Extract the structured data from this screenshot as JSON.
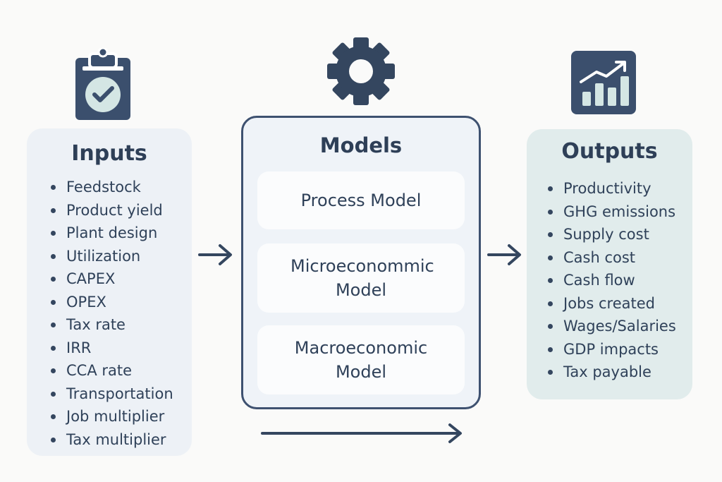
{
  "inputs": {
    "title": "Inputs",
    "items": [
      "Feedstock",
      "Product yield",
      "Plant design",
      "Utilization",
      "CAPEX",
      "OPEX",
      "Tax rate",
      "IRR",
      "CCA rate",
      "Transportation",
      "Job multiplier",
      "Tax multiplier"
    ]
  },
  "models": {
    "title": "Models",
    "cards": [
      "Process Model",
      "Microeconommic Model",
      "Macroeconomic Model"
    ]
  },
  "outputs": {
    "title": "Outputs",
    "items": [
      "Productivity",
      "GHG emissions",
      "Supply cost",
      "Cash cost",
      "Cash flow",
      "Jobs created",
      "Wages/Salaries",
      "GDP impacts",
      "Tax payable"
    ]
  },
  "icons": {
    "inputs": "clipboard-check-icon",
    "models": "gear-icon",
    "outputs": "bar-chart-trend-icon"
  },
  "colors": {
    "primary": "#2f4159",
    "inputs_bg": "#edf1f6",
    "outputs_bg": "#e1ecec",
    "models_bg": "#eff3f8",
    "card_bg": "#fbfcfd",
    "icon_accent": "#d4e6e4"
  }
}
